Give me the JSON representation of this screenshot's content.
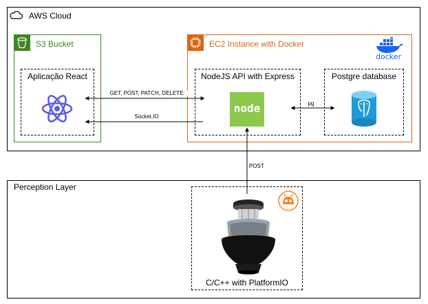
{
  "aws_cloud": {
    "title": "AWS Cloud",
    "icon": "cloud-icon"
  },
  "s3_bucket": {
    "title": "S3 Bucket",
    "icon": "bucket-icon",
    "color": "#3F8624"
  },
  "ec2": {
    "title": "EC2 Instance with Docker",
    "icon": "chip-icon",
    "color": "#D86613"
  },
  "docker": {
    "logo_text": "docker",
    "icon": "docker-whale-icon",
    "color": "#1D63ED"
  },
  "react_app": {
    "title": "Aplicação React",
    "icon": "react-atom-icon",
    "color": "#5C5CE6"
  },
  "node_api": {
    "title": "NodeJS API with Express",
    "logo_text": "node",
    "icon": "nodejs-logo-icon",
    "color": "#8CC84B"
  },
  "postgres": {
    "title": "Postgre database",
    "icon": "postgres-database-icon",
    "color": "#1F9BD8"
  },
  "perception": {
    "title": "Perception Layer"
  },
  "device": {
    "title": "C/C++ with PlatformIO",
    "icon": "sensor-device-icon",
    "platformio_icon": "platformio-icon",
    "platformio_color": "#F5821F"
  },
  "edges": {
    "http_methods": "GET, POST, PATCH, DELETE",
    "socket": "Socket.IO",
    "pg": "pg",
    "post": "POST"
  }
}
